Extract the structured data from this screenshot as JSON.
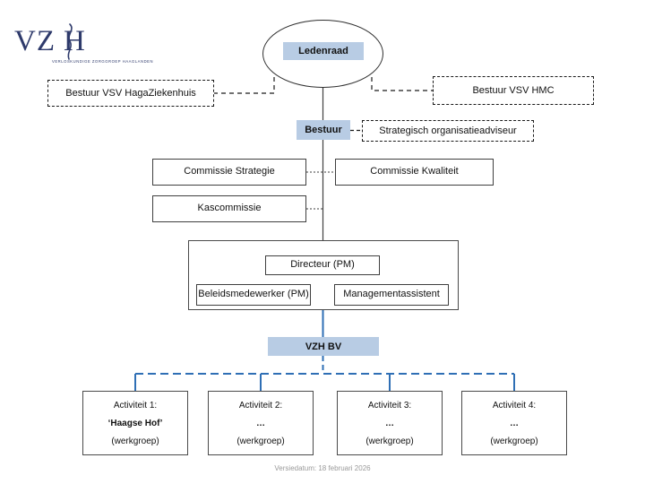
{
  "document": {
    "title": "VZH organogram",
    "footer": "Versiedatum: 18 februari 2026"
  },
  "logo": {
    "wordmark": "VZH",
    "tagline": "VERLOSKUNDIGE ZORGGROEP HAAGLANDEN",
    "color": "#2e3a6b"
  },
  "colors": {
    "fill_blue": "#b8cce4",
    "connector_blue": "#2f6fb5",
    "line_dark": "#3f3f3f",
    "footer_gray": "#9a9a9a"
  },
  "nodes": {
    "ledenraad": "Ledenraad",
    "bestuur_vsv_haga": "Bestuur VSV HagaZiekenhuis",
    "bestuur_vsv_hmc": "Bestuur VSV HMC",
    "bestuur": "Bestuur",
    "strategisch_adviseur": "Strategisch organisatieadviseur",
    "commissie_strategie": "Commissie Strategie",
    "commissie_kwaliteit": "Commissie Kwaliteit",
    "kascommissie": "Kascommissie",
    "directeur": "Directeur (PM)",
    "beleidsmedewerker": "Beleidsmedewerker (PM)",
    "managementassistent": "Managementassistent",
    "vzh_bv": "VZH BV"
  },
  "activities": [
    {
      "title": "Activiteit 1:",
      "name": "‘Haagse Hof’",
      "sub": "(werkgroep)"
    },
    {
      "title": "Activiteit 2:",
      "name": "…",
      "sub": "(werkgroep)"
    },
    {
      "title": "Activiteit 3:",
      "name": "…",
      "sub": "(werkgroep)"
    },
    {
      "title": "Activiteit 4:",
      "name": "…",
      "sub": "(werkgroep)"
    }
  ]
}
